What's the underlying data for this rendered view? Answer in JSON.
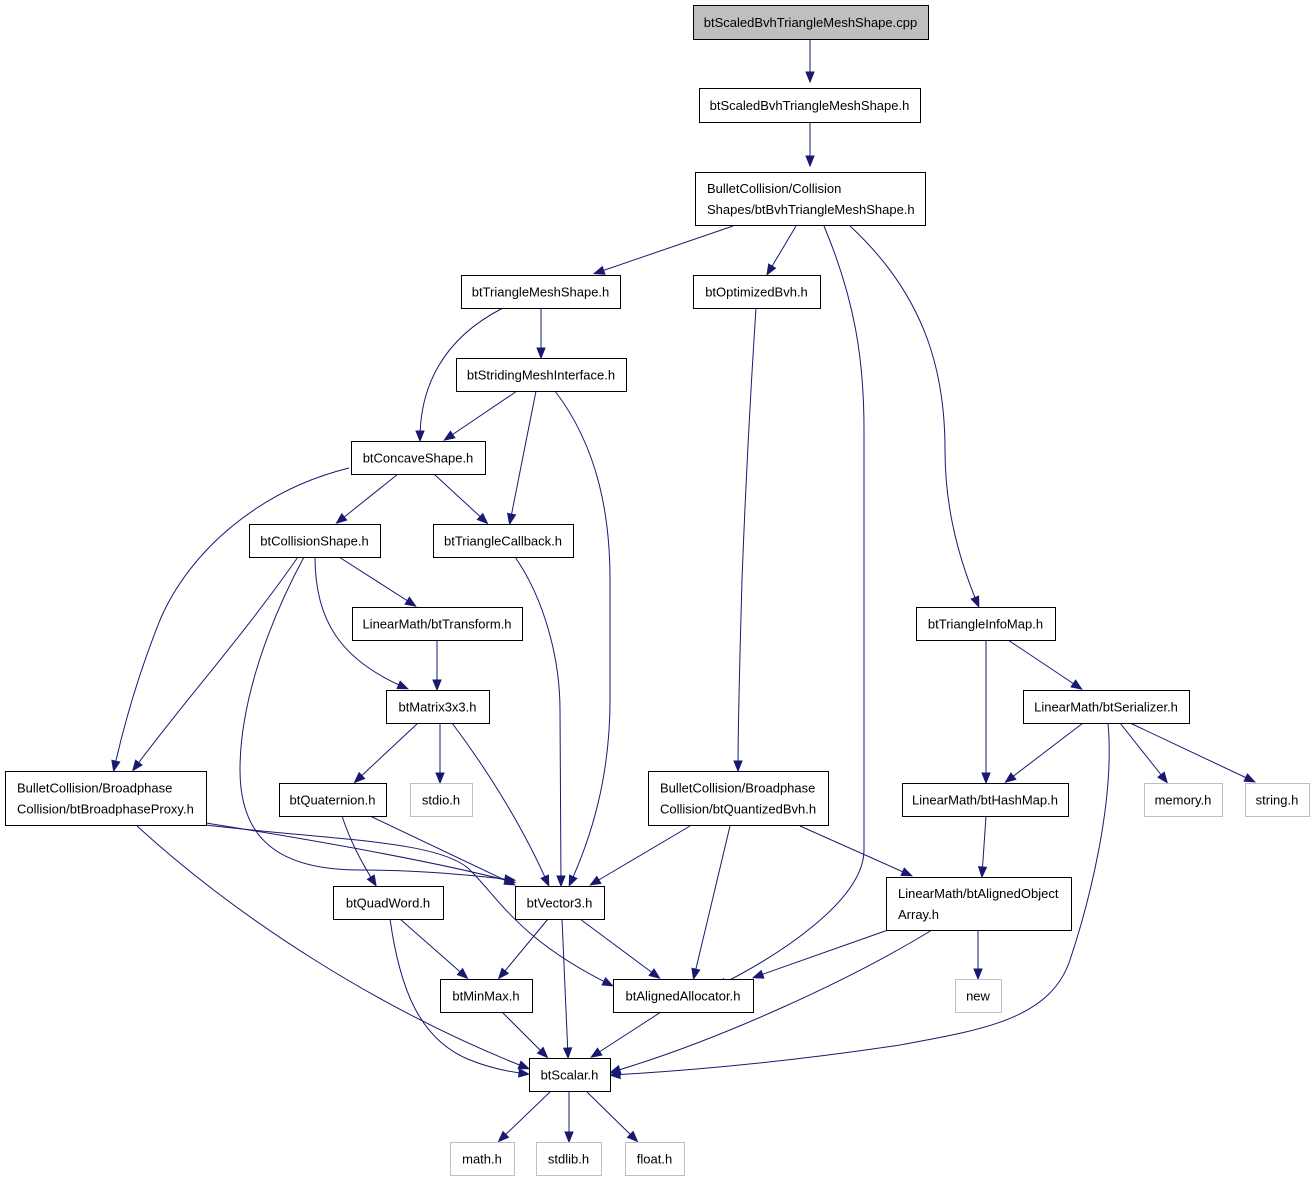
{
  "graph": {
    "colors": {
      "edge": "#191970",
      "root_fill": "#bfbfbf",
      "node_border": "#000000",
      "external_border": "#bfbfbf"
    },
    "nodes": [
      {
        "id": "cpp",
        "lines": [
          "btScaledBvhTriangleMeshShape.cpp"
        ],
        "kind": "root"
      },
      {
        "id": "scaledh",
        "lines": [
          "btScaledBvhTriangleMeshShape.h"
        ],
        "kind": "file"
      },
      {
        "id": "bvhtms",
        "lines": [
          "BulletCollision/Collision",
          "Shapes/btBvhTriangleMeshShape.h"
        ],
        "kind": "file"
      },
      {
        "id": "trimesh",
        "lines": [
          "btTriangleMeshShape.h"
        ],
        "kind": "file"
      },
      {
        "id": "optbvh",
        "lines": [
          "btOptimizedBvh.h"
        ],
        "kind": "file"
      },
      {
        "id": "striding",
        "lines": [
          "btStridingMeshInterface.h"
        ],
        "kind": "file"
      },
      {
        "id": "concave",
        "lines": [
          "btConcaveShape.h"
        ],
        "kind": "file"
      },
      {
        "id": "collshape",
        "lines": [
          "btCollisionShape.h"
        ],
        "kind": "file"
      },
      {
        "id": "tricb",
        "lines": [
          "btTriangleCallback.h"
        ],
        "kind": "file"
      },
      {
        "id": "trinfo",
        "lines": [
          "btTriangleInfoMap.h"
        ],
        "kind": "file"
      },
      {
        "id": "transform",
        "lines": [
          "LinearMath/btTransform.h"
        ],
        "kind": "file"
      },
      {
        "id": "serializer",
        "lines": [
          "LinearMath/btSerializer.h"
        ],
        "kind": "file"
      },
      {
        "id": "matrix",
        "lines": [
          "btMatrix3x3.h"
        ],
        "kind": "file"
      },
      {
        "id": "bproxy",
        "lines": [
          "BulletCollision/Broadphase",
          "Collision/btBroadphaseProxy.h"
        ],
        "kind": "file"
      },
      {
        "id": "quat",
        "lines": [
          "btQuaternion.h"
        ],
        "kind": "file"
      },
      {
        "id": "stdio",
        "lines": [
          "stdio.h"
        ],
        "kind": "external"
      },
      {
        "id": "qbvh",
        "lines": [
          "BulletCollision/Broadphase",
          "Collision/btQuantizedBvh.h"
        ],
        "kind": "file"
      },
      {
        "id": "hashmap",
        "lines": [
          "LinearMath/btHashMap.h"
        ],
        "kind": "file"
      },
      {
        "id": "memory",
        "lines": [
          "memory.h"
        ],
        "kind": "external"
      },
      {
        "id": "string",
        "lines": [
          "string.h"
        ],
        "kind": "external"
      },
      {
        "id": "quadword",
        "lines": [
          "btQuadWord.h"
        ],
        "kind": "file"
      },
      {
        "id": "vector3",
        "lines": [
          "btVector3.h"
        ],
        "kind": "file"
      },
      {
        "id": "aoa",
        "lines": [
          "LinearMath/btAlignedObject",
          "Array.h"
        ],
        "kind": "file"
      },
      {
        "id": "minmax",
        "lines": [
          "btMinMax.h"
        ],
        "kind": "file"
      },
      {
        "id": "alalloc",
        "lines": [
          "btAlignedAllocator.h"
        ],
        "kind": "file"
      },
      {
        "id": "new",
        "lines": [
          "new"
        ],
        "kind": "external"
      },
      {
        "id": "scalar",
        "lines": [
          "btScalar.h"
        ],
        "kind": "file"
      },
      {
        "id": "math",
        "lines": [
          "math.h"
        ],
        "kind": "external"
      },
      {
        "id": "stdlib",
        "lines": [
          "stdlib.h"
        ],
        "kind": "external"
      },
      {
        "id": "float",
        "lines": [
          "float.h"
        ],
        "kind": "external"
      }
    ],
    "edges": [
      [
        "cpp",
        "scaledh"
      ],
      [
        "scaledh",
        "bvhtms"
      ],
      [
        "bvhtms",
        "trimesh"
      ],
      [
        "bvhtms",
        "optbvh"
      ],
      [
        "bvhtms",
        "alalloc"
      ],
      [
        "bvhtms",
        "trinfo"
      ],
      [
        "trimesh",
        "concave"
      ],
      [
        "trimesh",
        "striding"
      ],
      [
        "striding",
        "concave"
      ],
      [
        "striding",
        "tricb"
      ],
      [
        "striding",
        "vector3"
      ],
      [
        "concave",
        "bproxy"
      ],
      [
        "concave",
        "collshape"
      ],
      [
        "concave",
        "tricb"
      ],
      [
        "collshape",
        "transform"
      ],
      [
        "collshape",
        "matrix"
      ],
      [
        "collshape",
        "bproxy"
      ],
      [
        "collshape",
        "vector3"
      ],
      [
        "tricb",
        "vector3"
      ],
      [
        "transform",
        "matrix"
      ],
      [
        "matrix",
        "quat"
      ],
      [
        "matrix",
        "stdio"
      ],
      [
        "matrix",
        "vector3"
      ],
      [
        "optbvh",
        "qbvh"
      ],
      [
        "trinfo",
        "hashmap"
      ],
      [
        "trinfo",
        "serializer"
      ],
      [
        "serializer",
        "hashmap"
      ],
      [
        "serializer",
        "memory"
      ],
      [
        "serializer",
        "string"
      ],
      [
        "serializer",
        "scalar"
      ],
      [
        "hashmap",
        "aoa"
      ],
      [
        "bproxy",
        "vector3"
      ],
      [
        "bproxy",
        "alalloc"
      ],
      [
        "bproxy",
        "scalar"
      ],
      [
        "quat",
        "quadword"
      ],
      [
        "quat",
        "vector3"
      ],
      [
        "qbvh",
        "vector3"
      ],
      [
        "qbvh",
        "alalloc"
      ],
      [
        "qbvh",
        "aoa"
      ],
      [
        "quadword",
        "minmax"
      ],
      [
        "quadword",
        "scalar"
      ],
      [
        "vector3",
        "minmax"
      ],
      [
        "vector3",
        "alalloc"
      ],
      [
        "vector3",
        "scalar"
      ],
      [
        "aoa",
        "alalloc"
      ],
      [
        "aoa",
        "new"
      ],
      [
        "aoa",
        "scalar"
      ],
      [
        "minmax",
        "scalar"
      ],
      [
        "alalloc",
        "scalar"
      ],
      [
        "scalar",
        "math"
      ],
      [
        "scalar",
        "stdlib"
      ],
      [
        "scalar",
        "float"
      ]
    ]
  }
}
